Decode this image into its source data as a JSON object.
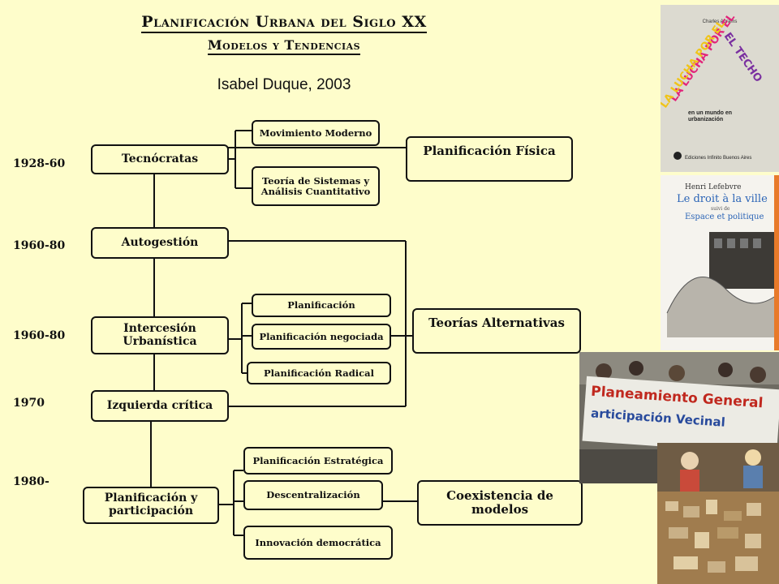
{
  "header": {
    "title_line1": "Planificación Urbana del Siglo XX",
    "title_line2": "Modelos y Tendencias",
    "author": "Isabel Duque, 2003"
  },
  "years": [
    "1928-60",
    "1960-80",
    "1960-80",
    "1970",
    "1980-"
  ],
  "left_nodes": {
    "tecnocratas": "Tecnócratas",
    "autogestion": "Autogestión",
    "intercesion": "Intercesión Urbanística",
    "izquierda": "Izquierda crítica",
    "participacion": "Planificación y participación"
  },
  "middle_nodes": {
    "movimiento_moderno": "Movimiento Moderno",
    "teoria_sistemas": "Teoría de Sistemas y Análisis Cuantitativo",
    "planificacion": "Planificación",
    "planificacion_negociada": "Planificación negociada",
    "planificacion_radical": "Planificación Radical",
    "planificacion_estrategica": "Planificación Estratégica",
    "descentralizacion": "Descentralización",
    "innovacion": "Innovación democrática"
  },
  "right_nodes": {
    "planificacion_fisica": "Planificación Física",
    "teorias_alternativas": "Teorías Alternativas",
    "coexistencia": "Coexistencia de modelos"
  },
  "images": {
    "book1": {
      "author": "Charles Abrams",
      "title": "LA LUCHA POR EL TECHO",
      "subtitle": "en un mundo en urbanización",
      "publisher": "Ediciones Infinito   Buenos Aires"
    },
    "book2": {
      "author": "Henri Lefebvre",
      "title": "Le droit à la ville",
      "subtitle_small": "suivi de",
      "subtitle": "Espace et politique"
    },
    "banner": {
      "line1": "Planeamiento General",
      "line2": "articipación Vecinal"
    }
  },
  "colors": {
    "background": "#fefdcb",
    "line": "#111111",
    "book1_title": [
      "#e2247a",
      "#f0c419",
      "#7a2fa0"
    ],
    "book2_title": "#2b64b6"
  }
}
